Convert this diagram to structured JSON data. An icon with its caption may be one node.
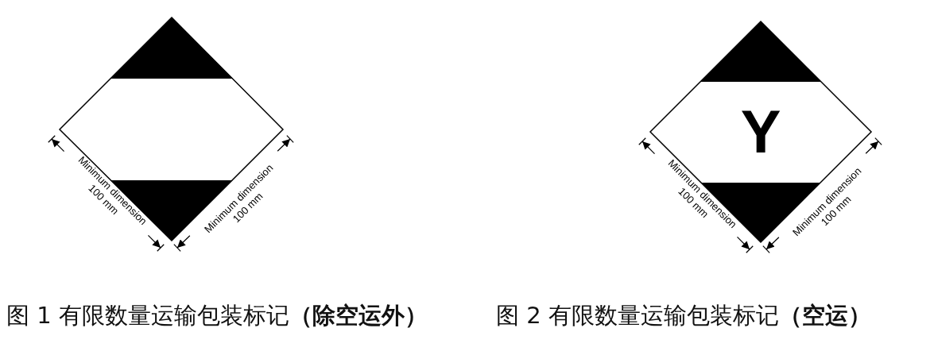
{
  "diagram": {
    "nodes": [
      {
        "text": [],
        "shape": "diamond",
        "beside": [
          "图 1 有限数量运输包装标记**（除空运外）**"
        ]
      },
      {
        "text": [
          "Y"
        ],
        "beside": [
          "图 2 有限数量运输包装标记**（空运）**"
        ]
      }
    ],
    "labels": [
      "Minimum dimension 100 mm",
      "Minimum dimension 100 mm",
      "Minimum dimension 100 mm",
      "Minimum dimension 100 mm"
    ]
  }
}
